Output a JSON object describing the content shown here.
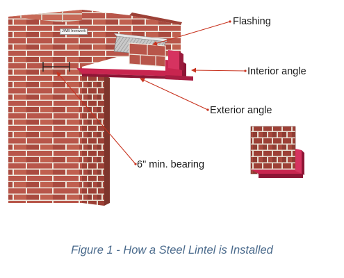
{
  "labels": {
    "flashing": "Flashing",
    "interior_angle": "Interior angle",
    "exterior_angle": "Exterior angle",
    "bearing": "6\" min. bearing"
  },
  "caption": "Figure 1 - How a Steel Lintel is Installed",
  "brand_tag": "JWB Ironwork",
  "colors": {
    "brick": "#b8564a",
    "brick_dark": "#8e3d33",
    "mortar": "#f0ece4",
    "steel_angle": "#c8254f",
    "steel_angle_dark": "#8d1535",
    "leader_arrow": "#c8331f",
    "caption": "#4a6a8c"
  }
}
